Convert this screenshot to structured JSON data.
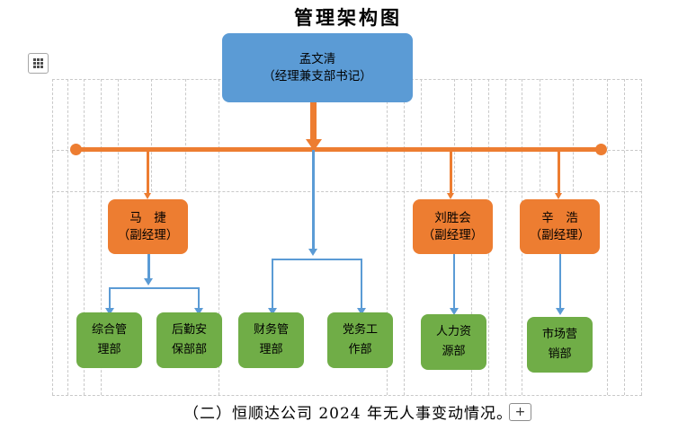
{
  "document": {
    "title": "管理架构图",
    "caption": "（二）恒顺达公司 2024 年无人事变动情况。",
    "plus_label": "+"
  },
  "icons": {
    "drag_handle": "drag-handle-icon",
    "add_row": "plus-icon"
  },
  "colors": {
    "level1": "#5B9BD5",
    "level2": "#ED7D31",
    "level3": "#70AD47",
    "connector_orange": "#ED7D31",
    "connector_blue": "#5B9BD5",
    "grid_dash": "#C9C9C9",
    "text": "#000000"
  },
  "chart_data": {
    "type": "diagram",
    "title": "管理架构图",
    "levels": 3,
    "nodes": [
      {
        "id": "n1",
        "level": 1,
        "name": "孟文清",
        "role": "（经理兼支部书记）",
        "color": "#5B9BD5"
      },
      {
        "id": "n2",
        "level": 2,
        "name": "马　捷",
        "role": "（副经理）",
        "color": "#ED7D31"
      },
      {
        "id": "n3",
        "level": 2,
        "name": "刘胜会",
        "role": "（副经理）",
        "color": "#ED7D31"
      },
      {
        "id": "n4",
        "level": 2,
        "name": "辛　浩",
        "role": "（副经理）",
        "color": "#ED7D31"
      },
      {
        "id": "n5",
        "level": 3,
        "name": "综合管",
        "name2": "理部",
        "color": "#70AD47"
      },
      {
        "id": "n6",
        "level": 3,
        "name": "后勤安",
        "name2": "保部部",
        "color": "#70AD47"
      },
      {
        "id": "n7",
        "level": 3,
        "name": "财务管",
        "name2": "理部",
        "color": "#70AD47"
      },
      {
        "id": "n8",
        "level": 3,
        "name": "党务工",
        "name2": "作部",
        "color": "#70AD47"
      },
      {
        "id": "n9",
        "level": 3,
        "name": "人力资",
        "name2": "源部",
        "color": "#70AD47"
      },
      {
        "id": "n10",
        "level": 3,
        "name": "市场营",
        "name2": "销部",
        "color": "#70AD47"
      }
    ],
    "edges": [
      {
        "from": "n1",
        "to": "bus",
        "color": "#ED7D31"
      },
      {
        "from": "bus",
        "to": "n2",
        "color": "#ED7D31"
      },
      {
        "from": "bus",
        "to": "n3",
        "color": "#ED7D31"
      },
      {
        "from": "bus",
        "to": "n4",
        "color": "#ED7D31"
      },
      {
        "from": "n2",
        "to": "n5",
        "color": "#5B9BD5"
      },
      {
        "from": "n2",
        "to": "n6",
        "color": "#5B9BD5"
      },
      {
        "from": "bus",
        "to": "n7",
        "color": "#5B9BD5"
      },
      {
        "from": "bus",
        "to": "n8",
        "color": "#5B9BD5"
      },
      {
        "from": "n3",
        "to": "n9",
        "color": "#5B9BD5"
      },
      {
        "from": "n4",
        "to": "n10",
        "color": "#5B9BD5"
      }
    ]
  },
  "nodes": {
    "n1": {
      "line1": "孟文清",
      "line2": "（经理兼支部书记）"
    },
    "n2": {
      "line1": "马　捷",
      "line2": "（副经理）"
    },
    "n3": {
      "line1": "刘胜会",
      "line2": "（副经理）"
    },
    "n4": {
      "line1": "辛　浩",
      "line2": "（副经理）"
    },
    "n5": {
      "line1": "综合管",
      "line2": "理部"
    },
    "n6": {
      "line1": "后勤安",
      "line2": "保部部"
    },
    "n7": {
      "line1": "财务管",
      "line2": "理部"
    },
    "n8": {
      "line1": "党务工",
      "line2": "作部"
    },
    "n9": {
      "line1": "人力资",
      "line2": "源部"
    },
    "n10": {
      "line1": "市场营",
      "line2": "销部"
    }
  }
}
